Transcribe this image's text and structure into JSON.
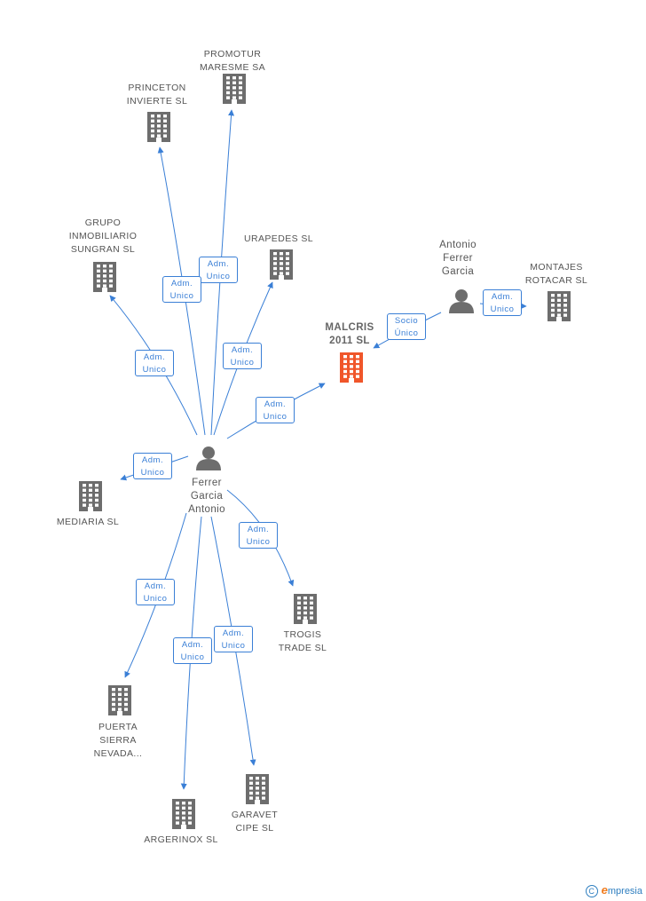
{
  "colors": {
    "edge": "#3a7fd6",
    "building": "#6d6d6d",
    "main_building": "#f0562a",
    "person": "#6d6d6d"
  },
  "nodes": [
    {
      "id": "promotur",
      "type": "company",
      "label": "PROMOTUR\nMARESME SA"
    },
    {
      "id": "princeton",
      "type": "company",
      "label": "PRINCETON\nINVIERTE SL"
    },
    {
      "id": "grupo",
      "type": "company",
      "label": "GRUPO\nINMOBILIARIO\nSUNGRAN SL"
    },
    {
      "id": "urapedes",
      "type": "company",
      "label": "URAPEDES SL"
    },
    {
      "id": "malcris",
      "type": "company-main",
      "label": "MALCRIS\n2011 SL"
    },
    {
      "id": "montajes",
      "type": "company",
      "label": "MONTAJES\nROTACAR SL"
    },
    {
      "id": "antonio",
      "type": "person",
      "label": "Antonio\nFerrer\nGarcia"
    },
    {
      "id": "ferrer",
      "type": "person",
      "label": "Ferrer\nGarcia\nAntonio"
    },
    {
      "id": "mediaria",
      "type": "company",
      "label": "MEDIARIA SL"
    },
    {
      "id": "trogis",
      "type": "company",
      "label": "TROGIS\nTRADE SL"
    },
    {
      "id": "puerta",
      "type": "company",
      "label": "PUERTA\nSIERRA\nNEVADA..."
    },
    {
      "id": "argerinox",
      "type": "company",
      "label": "ARGERINOX SL"
    },
    {
      "id": "garavet",
      "type": "company",
      "label": "GARAVET\nCIPE SL"
    }
  ],
  "edges": [
    {
      "from": "ferrer",
      "to": "promotur",
      "label": "Adm.\nUnico"
    },
    {
      "from": "ferrer",
      "to": "princeton",
      "label": "Adm.\nUnico"
    },
    {
      "from": "ferrer",
      "to": "grupo",
      "label": "Adm.\nUnico"
    },
    {
      "from": "ferrer",
      "to": "urapedes",
      "label": "Adm.\nUnico"
    },
    {
      "from": "ferrer",
      "to": "malcris",
      "label": "Adm.\nUnico"
    },
    {
      "from": "antonio",
      "to": "malcris",
      "label": "Socio\nÚnico"
    },
    {
      "from": "antonio",
      "to": "montajes",
      "label": "Adm.\nUnico"
    },
    {
      "from": "ferrer",
      "to": "mediaria",
      "label": "Adm.\nUnico"
    },
    {
      "from": "ferrer",
      "to": "trogis",
      "label": "Adm.\nUnico"
    },
    {
      "from": "ferrer",
      "to": "puerta",
      "label": "Adm.\nUnico"
    },
    {
      "from": "ferrer",
      "to": "argerinox",
      "label": "Adm.\nUnico"
    },
    {
      "from": "ferrer",
      "to": "garavet",
      "label": "Adm.\nUnico"
    }
  ],
  "brand": {
    "copyright": "C",
    "name_initial": "e",
    "name_rest": "mpresia"
  }
}
